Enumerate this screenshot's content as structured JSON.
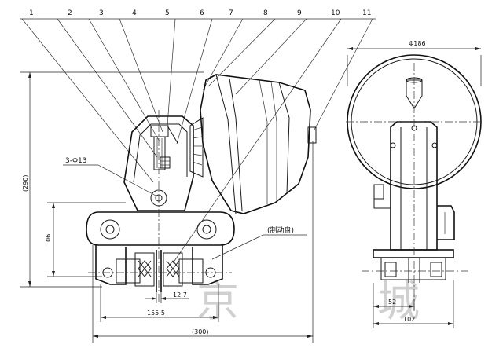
{
  "callouts": [
    {
      "num": "1"
    },
    {
      "num": "2"
    },
    {
      "num": "3"
    },
    {
      "num": "4"
    },
    {
      "num": "5"
    },
    {
      "num": "6"
    },
    {
      "num": "7"
    },
    {
      "num": "8"
    },
    {
      "num": "9"
    },
    {
      "num": "10"
    },
    {
      "num": "11"
    }
  ],
  "dimensions": {
    "height_total": "(290)",
    "height_lower": "106",
    "hole": "3-Φ13",
    "gap": "12.7",
    "base_width": "155.5",
    "overall_width": "(300)",
    "diameter": "Φ186",
    "side_small": "52",
    "side_base": "102"
  },
  "labels": {
    "brake_disc": "(制动盘)"
  },
  "watermark": {
    "left": "京",
    "right": "城"
  }
}
